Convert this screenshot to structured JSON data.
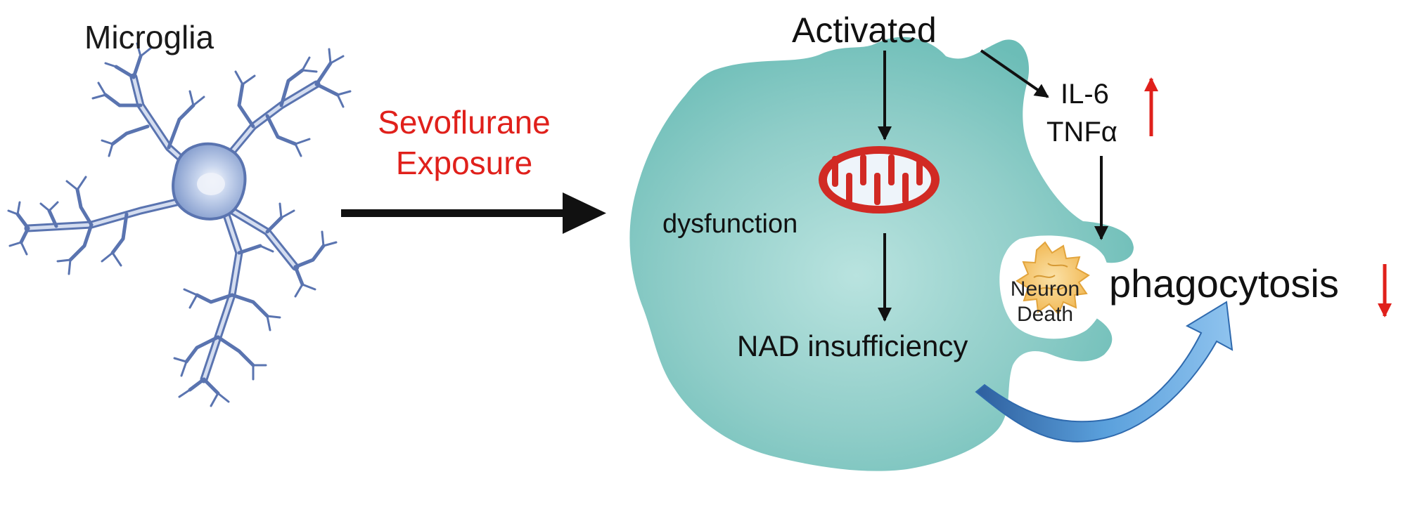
{
  "labels": {
    "microglia": "Microglia",
    "sevoflurane_line1": "Sevoflurane",
    "sevoflurane_line2": "Exposure",
    "activated": "Activated",
    "il6": "IL-6",
    "tnf": "TNFα",
    "dysfunction": "dysfunction",
    "nad": "NAD insufficiency",
    "neuron_line1": "Neuron",
    "neuron_line2": "Death",
    "phagocytosis": "phagocytosis"
  },
  "indicators": {
    "cytokines": "up",
    "phagocytosis": "down"
  },
  "colors": {
    "microglia": "#5a74b0",
    "sevoflurane_text": "#e0201b",
    "activated_cell": "#7fc6c1",
    "mitochondria": "#d12a24",
    "indicator_arrow": "#e0201b",
    "neuron": "#f2b950",
    "curved_arrow": "#3f7fc4"
  }
}
